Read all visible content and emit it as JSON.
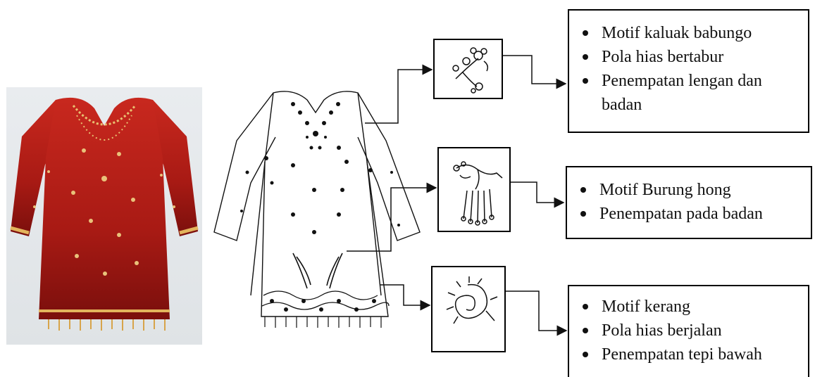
{
  "figure": {
    "photo_icon": "red-embroidered-dress-photo",
    "sketch_icon": "dress-line-drawing",
    "motifs": [
      {
        "icon": "flower-motif-icon",
        "items": [
          "Motif kaluak babungo",
          "Pola hias bertabur",
          "Penempatan lengan dan badan"
        ]
      },
      {
        "icon": "hong-bird-motif-icon",
        "items": [
          "Motif Burung hong",
          "Penempatan pada badan"
        ]
      },
      {
        "icon": "shell-motif-icon",
        "items": [
          "Motif kerang",
          "Pola hias berjalan",
          "Penempatan tepi bawah"
        ]
      }
    ]
  }
}
